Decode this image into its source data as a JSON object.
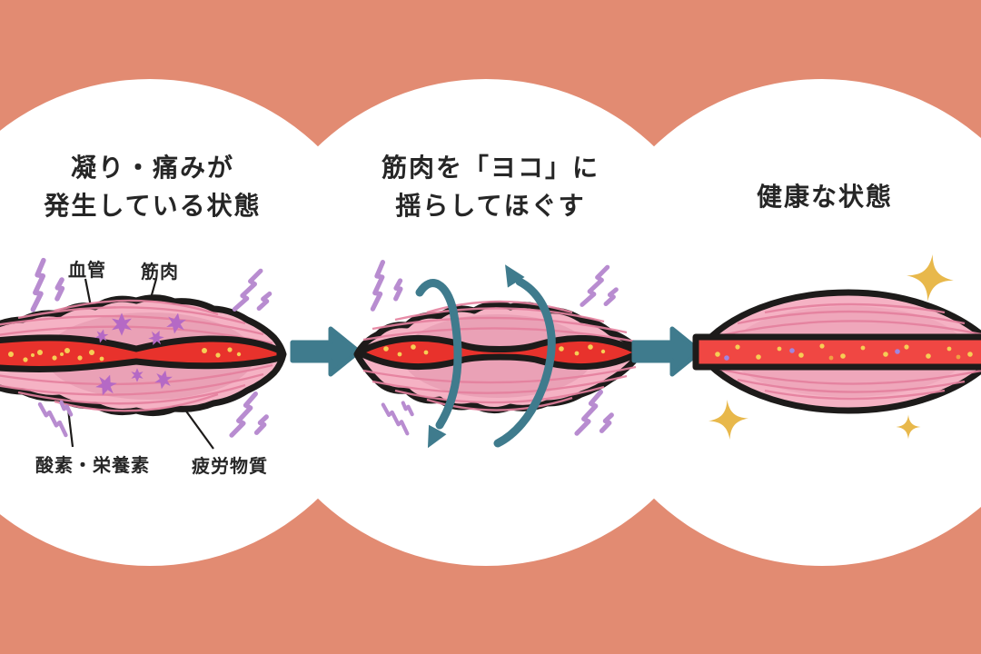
{
  "figure": {
    "description": "Three-step muscle massage infographic",
    "step_count": 3
  },
  "panels": [
    {
      "id": "stressed",
      "title": "凝り・痛みが\n発生している状態",
      "labels": {
        "blood_vessel": "血管",
        "muscle": "筋肉",
        "oxygen_nutrients": "酸素・栄養素",
        "fatigue_substances": "疲労物質"
      }
    },
    {
      "id": "shake-sideways",
      "title": "筋肉を「ヨコ」に\n揺らしてほぐす"
    },
    {
      "id": "healthy",
      "title": "健康な状態"
    }
  ],
  "icons": {
    "pain-lightning-icon": "⚡",
    "fatigue-substance-icon": "✳",
    "nutrient-dot-icon": "•",
    "transition-arrow-icon": "➜",
    "swing-arrow-icon": "⤿",
    "sparkle-icon": "✦"
  },
  "colors": {
    "background": "#E28B72",
    "panel_circle": "#FFFFFF",
    "muscle_fill": "#F5B2C4",
    "muscle_shade": "#DD8CA6",
    "muscle_striation": "#E5809E",
    "outline": "#1D1B1A",
    "vessel_red": "#E8322C",
    "vessel_red_healthy": "#F04743",
    "nutrient_yellow": "#F6CE55",
    "nutrient_purple": "#9F86E0",
    "nutrient_orange": "#F0A043",
    "fatigue_purple": "#B569C5",
    "lightning_purple": "#B88CD0",
    "arrow_teal": "#3F7B8D",
    "sparkle_yellow": "#E8B84B",
    "text": "#262626"
  }
}
